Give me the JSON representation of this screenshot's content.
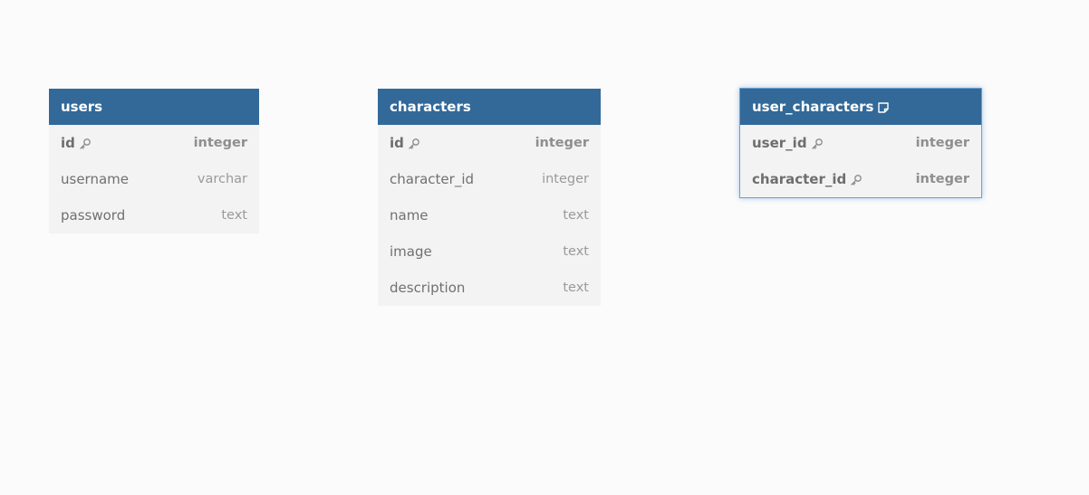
{
  "tables": [
    {
      "name": "users",
      "has_note": false,
      "selected": false,
      "columns": [
        {
          "name": "id",
          "type": "integer",
          "pk": true
        },
        {
          "name": "username",
          "type": "varchar",
          "pk": false
        },
        {
          "name": "password",
          "type": "text",
          "pk": false
        }
      ]
    },
    {
      "name": "characters",
      "has_note": false,
      "selected": false,
      "columns": [
        {
          "name": "id",
          "type": "integer",
          "pk": true
        },
        {
          "name": "character_id",
          "type": "integer",
          "pk": false
        },
        {
          "name": "name",
          "type": "text",
          "pk": false
        },
        {
          "name": "image",
          "type": "text",
          "pk": false
        },
        {
          "name": "description",
          "type": "text",
          "pk": false
        }
      ]
    },
    {
      "name": "user_characters",
      "has_note": true,
      "selected": true,
      "columns": [
        {
          "name": "user_id",
          "type": "integer",
          "pk": true
        },
        {
          "name": "character_id",
          "type": "integer",
          "pk": true
        }
      ]
    }
  ],
  "colors": {
    "header": "#326999",
    "body": "#f3f3f3",
    "canvas": "#fbfbfb",
    "selection": "#6a9fd0"
  },
  "icons": {
    "primary_key": "key-icon",
    "table_note": "note-icon"
  }
}
